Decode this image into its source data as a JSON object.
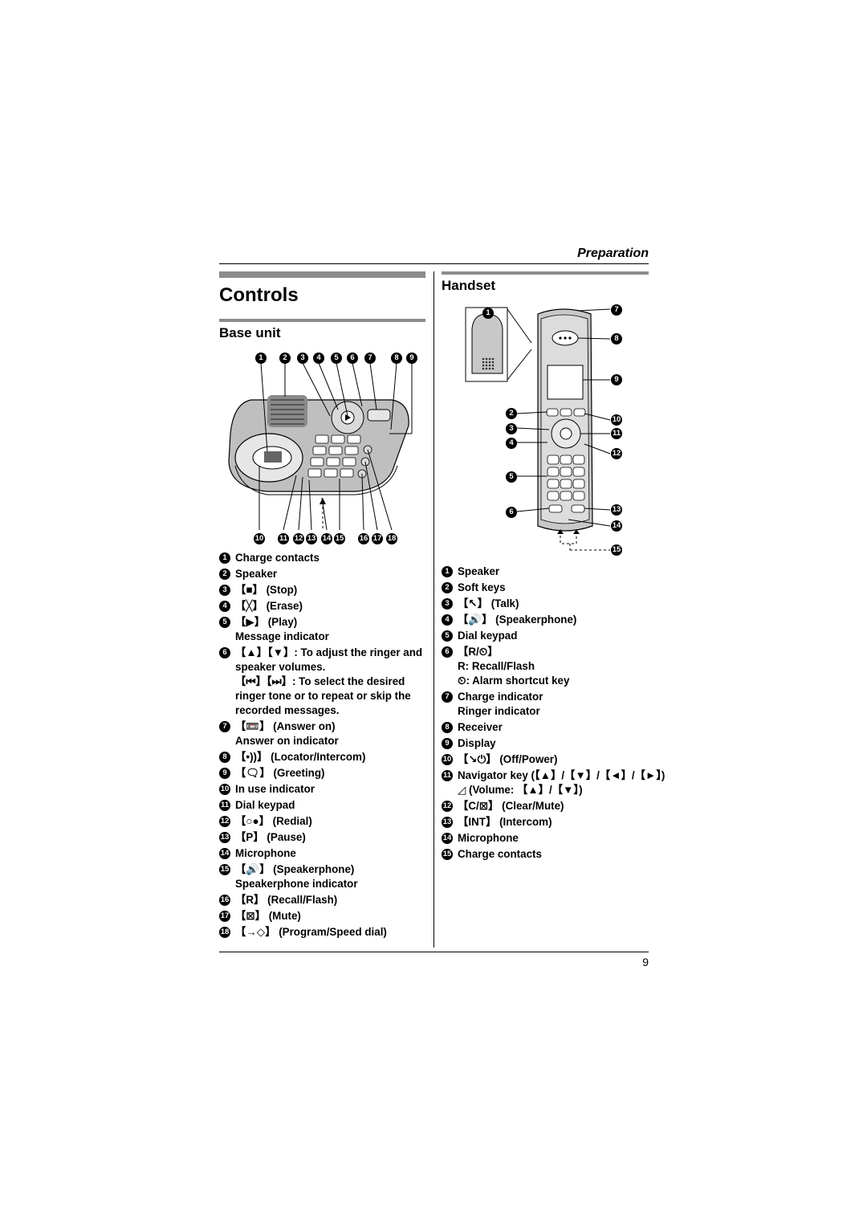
{
  "header": {
    "section": "Preparation"
  },
  "page": {
    "title": "Controls",
    "number": "9"
  },
  "base_unit": {
    "heading": "Base unit",
    "callout_numbers_top": [
      "1",
      "2",
      "3",
      "4",
      "5",
      "6",
      "7",
      "8",
      "9"
    ],
    "callout_numbers_bottom": [
      "10",
      "11",
      "12",
      "13",
      "14",
      "15",
      "16",
      "17",
      "18"
    ],
    "items": [
      {
        "n": "1",
        "lines": [
          "Charge contacts"
        ]
      },
      {
        "n": "2",
        "lines": [
          "Speaker"
        ]
      },
      {
        "n": "3",
        "lines": [
          "【■】 (Stop)"
        ]
      },
      {
        "n": "4",
        "lines": [
          "【╳】 (Erase)"
        ]
      },
      {
        "n": "5",
        "lines": [
          "【▶】 (Play)",
          "Message indicator"
        ]
      },
      {
        "n": "6",
        "lines": [
          "【▲】【▼】: To adjust the ringer and",
          "speaker volumes.",
          "【⏮】【⏭】: To select the desired",
          "ringer tone or to repeat or skip the",
          "recorded messages."
        ]
      },
      {
        "n": "7",
        "lines": [
          "【📼】 (Answer on)",
          "Answer on indicator"
        ]
      },
      {
        "n": "8",
        "lines": [
          "【•))】 (Locator/Intercom)"
        ]
      },
      {
        "n": "9",
        "lines": [
          "【🗨】 (Greeting)"
        ]
      },
      {
        "n": "10",
        "lines": [
          "In use indicator"
        ]
      },
      {
        "n": "11",
        "lines": [
          "Dial keypad"
        ]
      },
      {
        "n": "12",
        "lines": [
          "【○●】 (Redial)"
        ]
      },
      {
        "n": "13",
        "lines": [
          "【P】 (Pause)"
        ]
      },
      {
        "n": "14",
        "lines": [
          "Microphone"
        ]
      },
      {
        "n": "15",
        "lines": [
          "【🔊】 (Speakerphone)",
          "Speakerphone indicator"
        ]
      },
      {
        "n": "16",
        "lines": [
          "【R】 (Recall/Flash)"
        ]
      },
      {
        "n": "17",
        "lines": [
          "【⊠】 (Mute)"
        ]
      },
      {
        "n": "18",
        "lines": [
          "【→◇】 (Program/Speed dial)"
        ]
      }
    ]
  },
  "handset": {
    "heading": "Handset",
    "callout_numbers": [
      "1",
      "7",
      "8",
      "9",
      "2",
      "10",
      "3",
      "11",
      "4",
      "12",
      "5",
      "6",
      "13",
      "14",
      "15"
    ],
    "items": [
      {
        "n": "1",
        "lines": [
          "Speaker"
        ]
      },
      {
        "n": "2",
        "lines": [
          "Soft keys"
        ]
      },
      {
        "n": "3",
        "lines": [
          "【↖】 (Talk)"
        ]
      },
      {
        "n": "4",
        "lines": [
          "【🔊】 (Speakerphone)"
        ]
      },
      {
        "n": "5",
        "lines": [
          "Dial keypad"
        ]
      },
      {
        "n": "6",
        "lines": [
          "【R/⏲】",
          "R: Recall/Flash",
          "⏲: Alarm shortcut key"
        ]
      },
      {
        "n": "7",
        "lines": [
          "Charge indicator",
          "Ringer indicator"
        ]
      },
      {
        "n": "8",
        "lines": [
          "Receiver"
        ]
      },
      {
        "n": "9",
        "lines": [
          "Display"
        ]
      },
      {
        "n": "10",
        "lines": [
          "【↘⏻】 (Off/Power)"
        ]
      },
      {
        "n": "11",
        "lines": [
          "Navigator key (【▲】/【▼】/【◄】/【►】)",
          "◿ (Volume: 【▲】/【▼】)"
        ]
      },
      {
        "n": "12",
        "lines": [
          "【C/⊠】 (Clear/Mute)"
        ]
      },
      {
        "n": "13",
        "lines": [
          "【INT】 (Intercom)"
        ]
      },
      {
        "n": "14",
        "lines": [
          "Microphone"
        ]
      },
      {
        "n": "15",
        "lines": [
          "Charge contacts"
        ]
      }
    ]
  }
}
